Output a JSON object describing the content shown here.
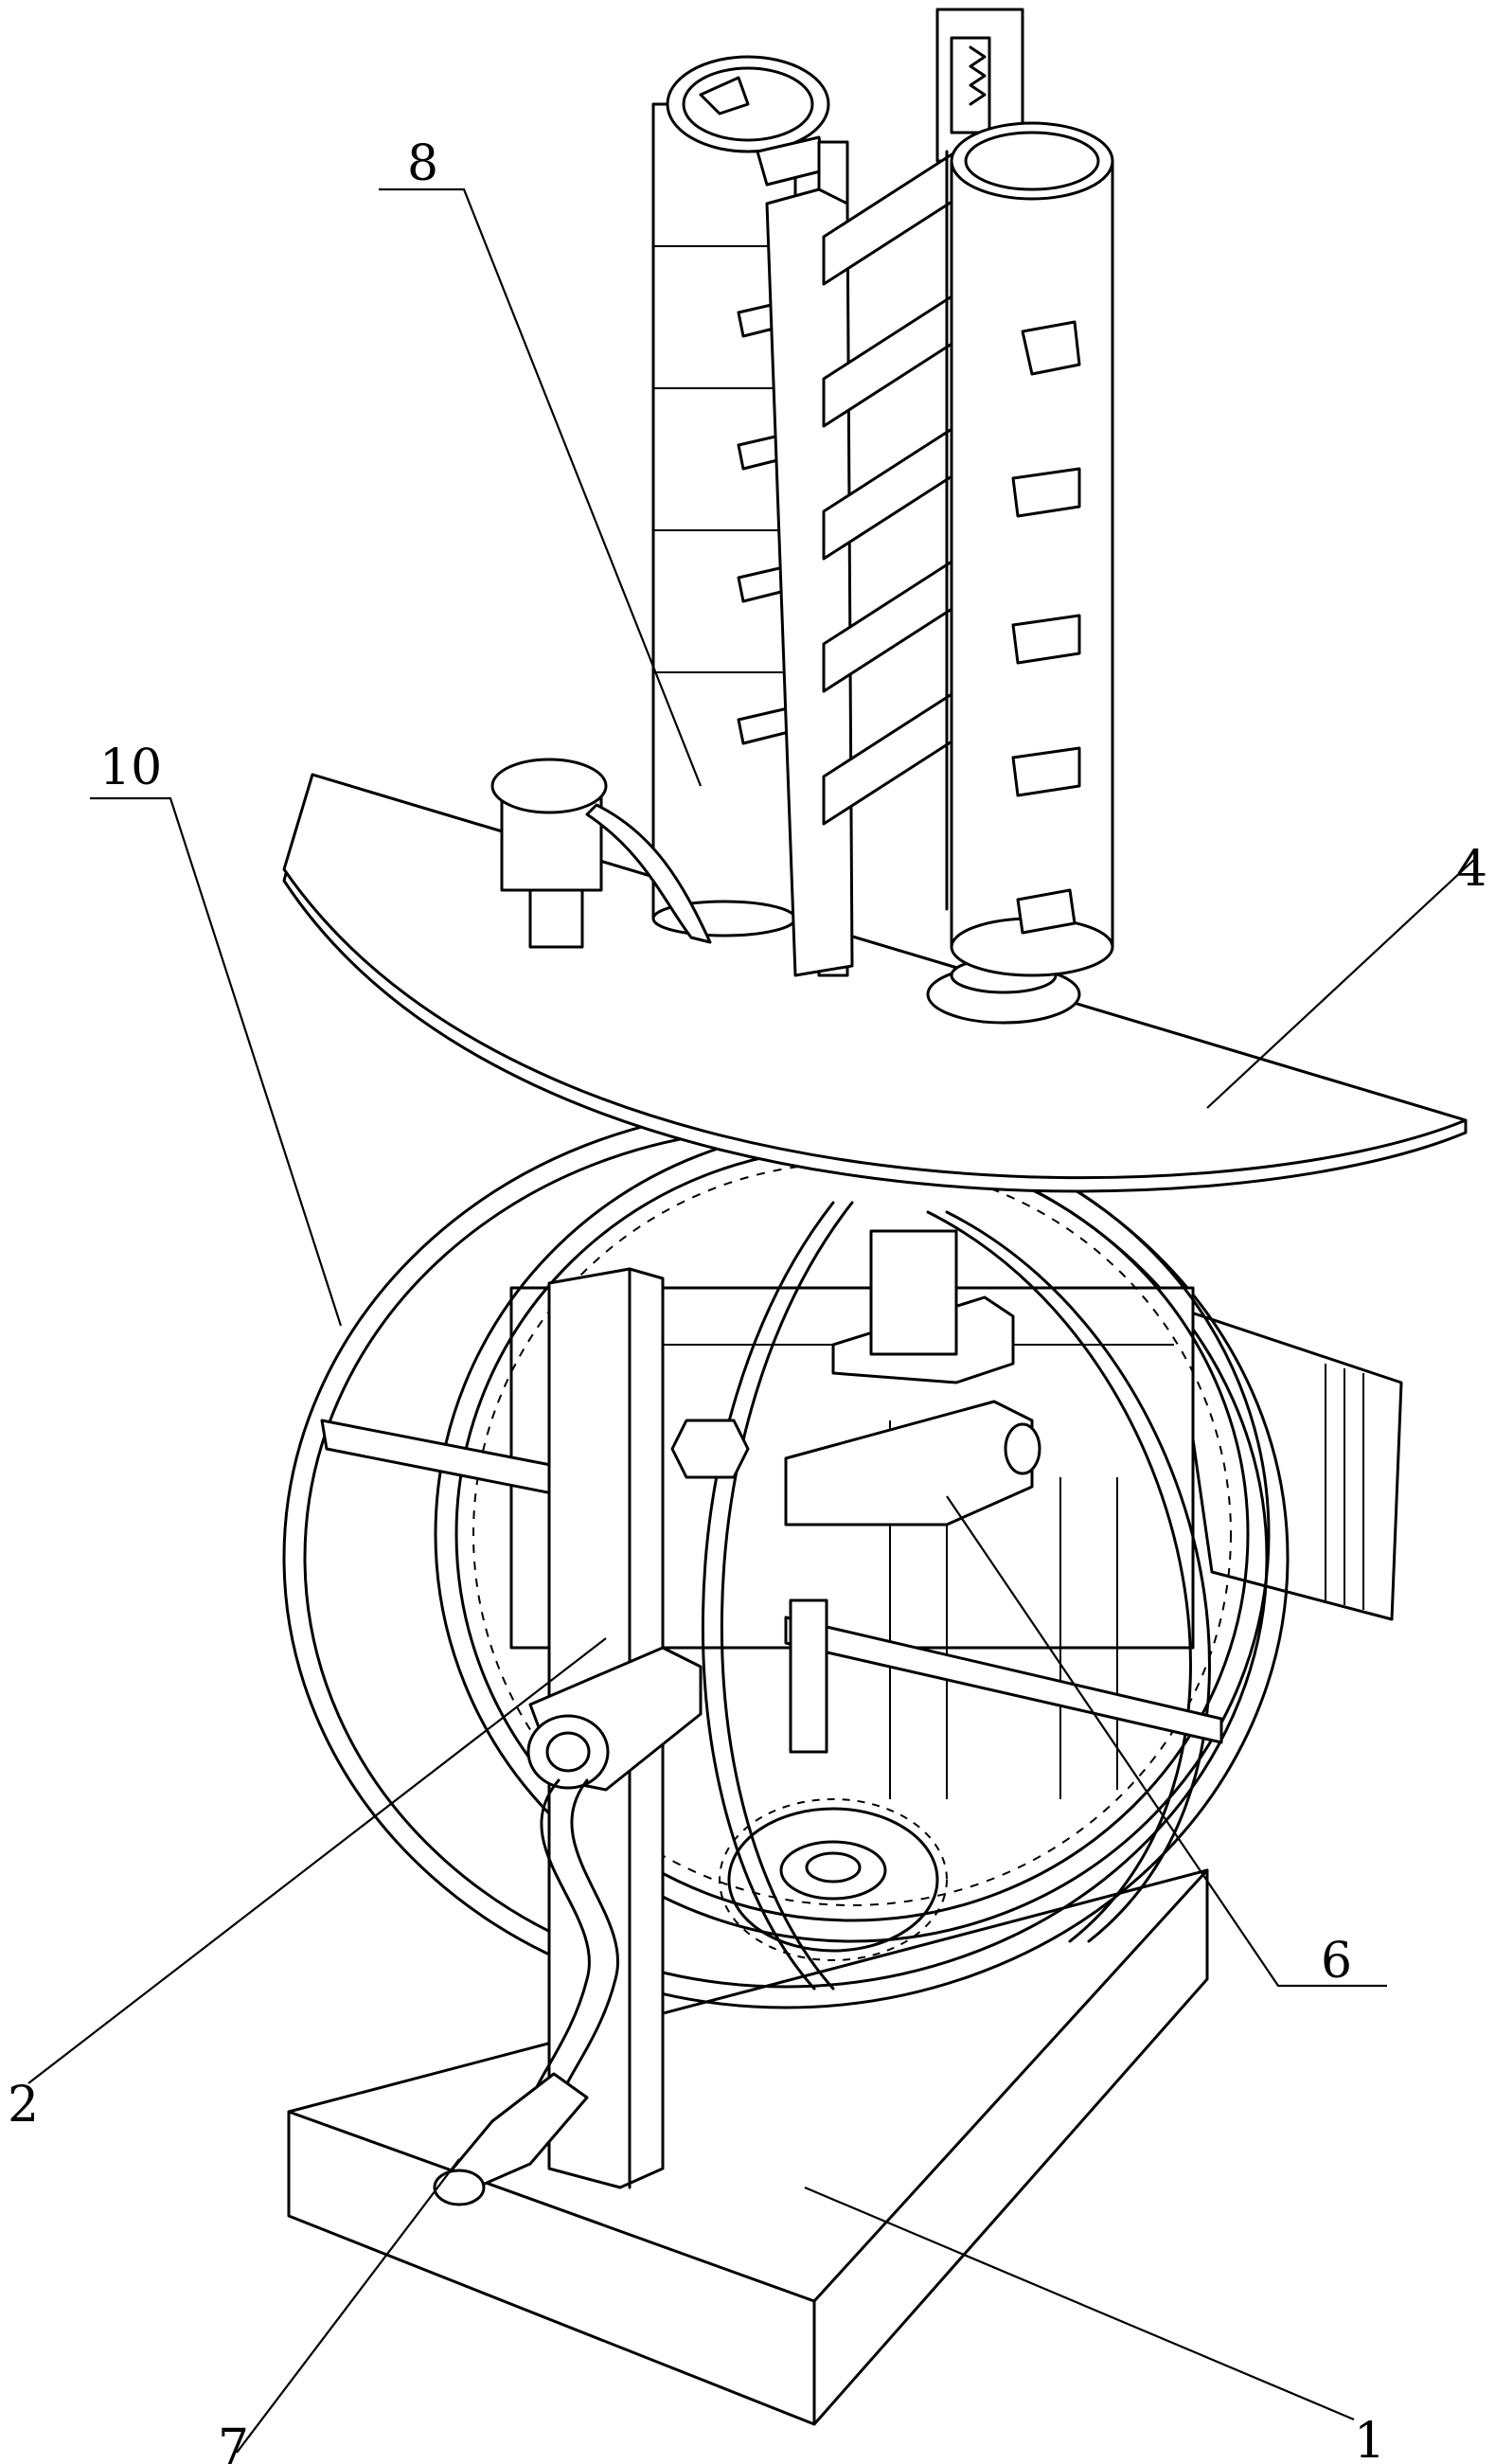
{
  "callouts": {
    "c1": "1",
    "c2": "2",
    "c4": "4",
    "c6": "6",
    "c7": "7",
    "c8": "8",
    "c10": "10"
  }
}
